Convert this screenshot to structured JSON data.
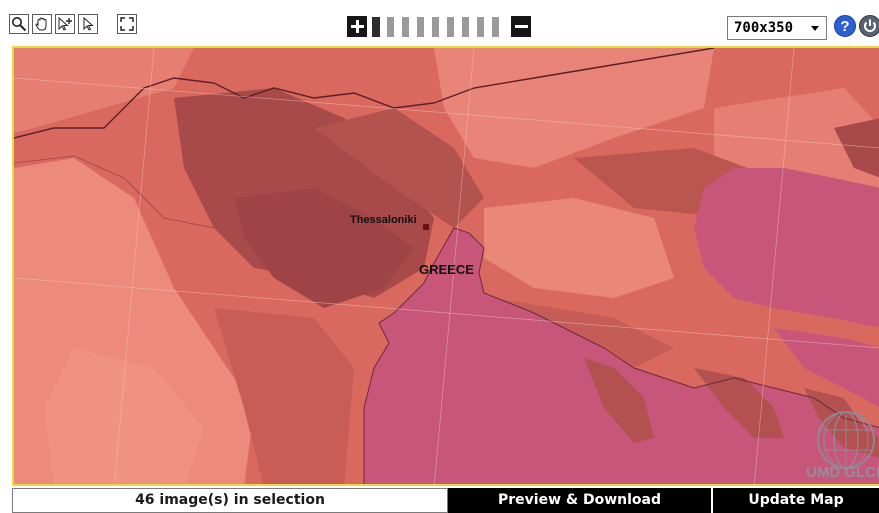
{
  "toolbar": {
    "tools": [
      {
        "name": "zoom-tool",
        "icon": "magnifier-icon"
      },
      {
        "name": "pan-tool",
        "icon": "hand-icon"
      },
      {
        "name": "add-select-tool",
        "icon": "cursor-plus-icon"
      },
      {
        "name": "select-tool",
        "icon": "cursor-icon"
      },
      {
        "name": "full-extent-tool",
        "icon": "extent-icon"
      }
    ],
    "zoom_level": 1,
    "zoom_levels": 9,
    "map_size": "700x350",
    "help_icon": "help-icon",
    "power_icon": "power-icon"
  },
  "map": {
    "city_label": "Thessaloniki",
    "country_label": "GREECE",
    "watermark": "UMD GLCF",
    "colors": {
      "land_light": "#ec8a7c",
      "land_mid": "#d9685f",
      "land_dark": "#a84a4a",
      "sea": "#c7567a",
      "highlight": "#e7da41"
    }
  },
  "footer": {
    "selection_count": "46 image(s) in selection",
    "preview_label": "Preview & Download",
    "update_label": "Update Map"
  }
}
